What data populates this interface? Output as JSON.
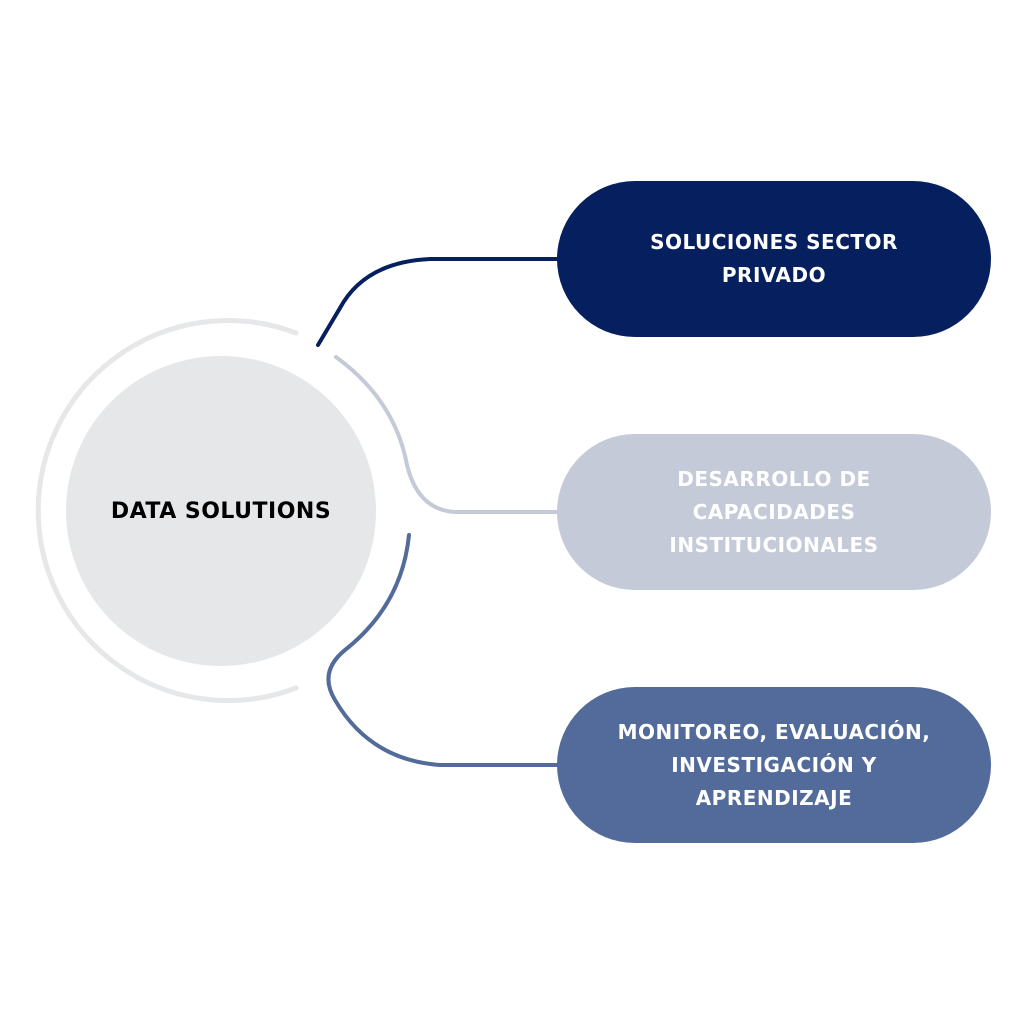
{
  "center": {
    "label": "DATA SOLUTIONS",
    "color": "#e6e7e9"
  },
  "branches": [
    {
      "label": "SOLUCIONES SECTOR PRIVADO",
      "color": "#061f5f"
    },
    {
      "label": "DESARROLLO DE CAPACIDADES INSTITUCIONALES",
      "color": "#c5cad8"
    },
    {
      "label": "MONITOREO, EVALUACIÓN, INVESTIGACIÓN Y APRENDIZAJE",
      "color": "#536b9a"
    }
  ]
}
